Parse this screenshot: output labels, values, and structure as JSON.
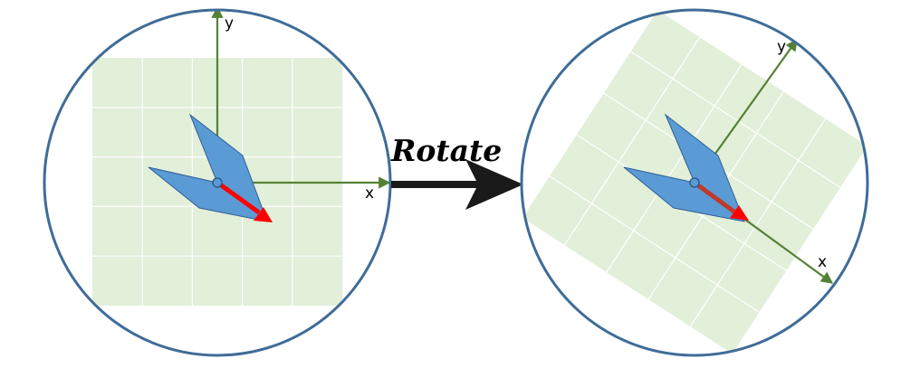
{
  "labels": {
    "left_y_axis": "y",
    "left_x_axis": "x",
    "right_y_axis": "y",
    "right_x_axis": "x",
    "operation": "Rotate"
  },
  "colors": {
    "circle_border": "#3f6c98",
    "grid_fill": "#e2efd9",
    "grid_line": "#ffffff",
    "axis": "#548235",
    "shape_fill": "#5b9bd5",
    "shape_stroke": "#2e5d95",
    "heading_arrow": "#ff0000",
    "rotate_arrow": "#1a1a1a"
  },
  "grid": {
    "columns": 5,
    "rows": 5
  },
  "rotation_degrees": 33
}
